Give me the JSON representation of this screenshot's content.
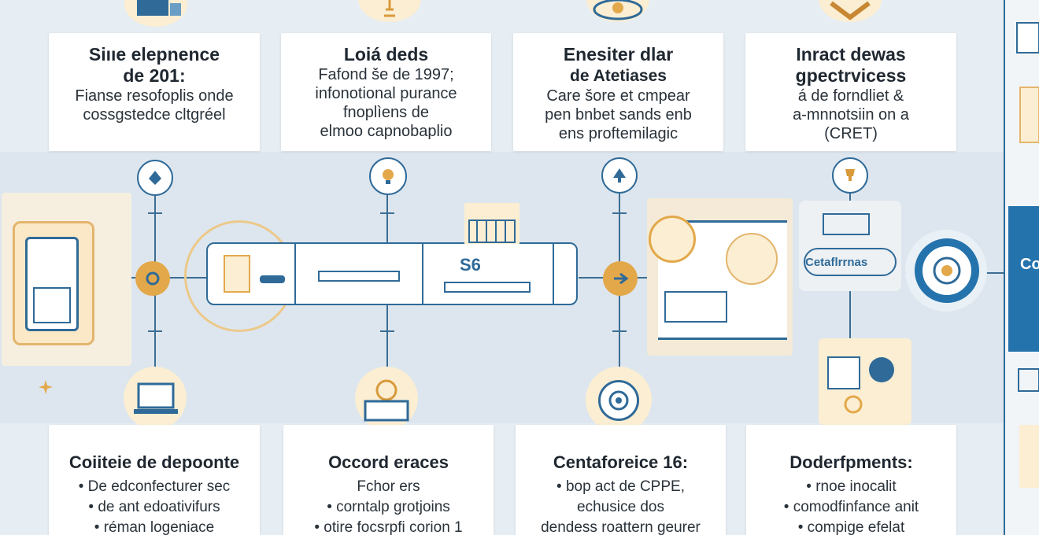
{
  "colors": {
    "background": "#e6edf3",
    "card": "#ffffff",
    "primary_blue": "#2f6a98",
    "gold": "#e3a84a",
    "light_gold": "#fbeed3",
    "rail_band": "#2573ac"
  },
  "top_cards": [
    {
      "title_lines": [
        "Siııe elepnence",
        "de 201:"
      ],
      "body_lines": [
        "Fianse resofoplis onde",
        "cossgstedce cltgréel"
      ],
      "icon": "document-stack-icon"
    },
    {
      "title_lines": [
        "Loiá deds"
      ],
      "body_lines": [
        "Fafond še de 1997;",
        "infonotional purance",
        "fnoplìens de",
        "elmoo capnobaplio"
      ],
      "icon": "lightbulb-icon"
    },
    {
      "title_lines": [
        "Enesiter dlar",
        "de Atetiases"
      ],
      "body_lines": [
        "Care šore et cmpear",
        "pen bnbet sands enb",
        "ens proftemilagic"
      ],
      "icon": "eye-icon"
    },
    {
      "title_lines": [
        "Inract dewas",
        "gpectrvicess"
      ],
      "body_lines": [
        "á de forndliet &",
        "a-mnnotsiin on a",
        "(CRET)"
      ],
      "icon": "handshake-icon"
    }
  ],
  "bottom_cards": [
    {
      "title": "Coiiteie de depoonte",
      "lines": [
        "• De edconfecturer sec",
        "• de ant edoativifurs",
        "• réman logeniace"
      ]
    },
    {
      "title": "Occord eraces",
      "lines": [
        "Fchor ers",
        "• corntalp grotjoins",
        "• otire focsrpfi corion 1"
      ]
    },
    {
      "title": "Centaforeice 16:",
      "lines": [
        "• bop act de CPPE,",
        "echusice dos",
        "dendess roattern geurer"
      ]
    },
    {
      "title": "Doderfpments:",
      "lines": [
        "• rnoe inocalit",
        "• comodfinfance anit",
        "• compige efelat"
      ]
    }
  ],
  "center_panel_label": "S6",
  "right_node_label": "Cetaflrrnas",
  "rail_label": "Co"
}
